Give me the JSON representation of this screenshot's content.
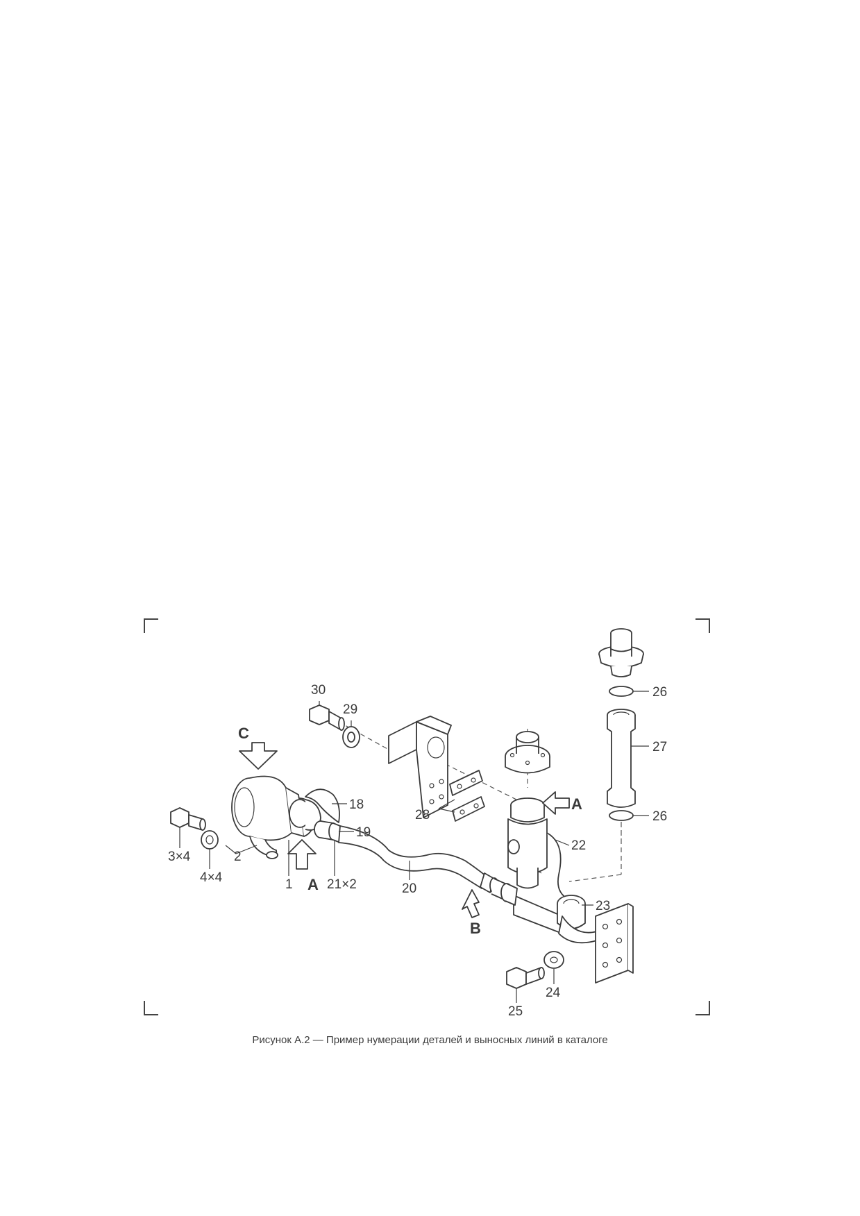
{
  "caption": "Рисунок А.2 — Пример нумерации деталей и выносных линий в каталоге",
  "callouts": {
    "c30": "30",
    "c29": "29",
    "c18": "18",
    "c19": "19",
    "c3x4": "3×4",
    "c4x4": "4×4",
    "c2": "2",
    "c1": "1",
    "c21x2": "21×2",
    "c20": "20",
    "c28": "28",
    "c22": "22",
    "c23": "23",
    "c24": "24",
    "c25": "25",
    "c26a": "26",
    "c26b": "26",
    "c27": "27"
  },
  "view_markers": {
    "c": "C",
    "a_bottom": "A",
    "a_right": "A",
    "b": "B"
  }
}
